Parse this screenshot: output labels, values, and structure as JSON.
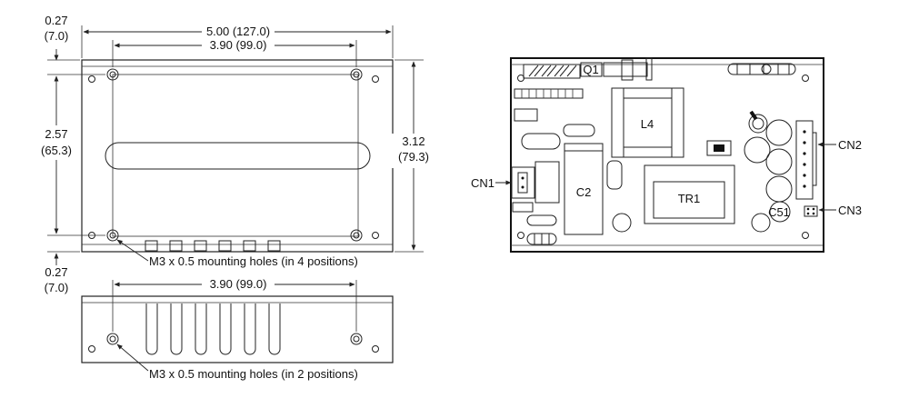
{
  "top_view": {
    "dim_total_width": "5.00 (127.0)",
    "dim_hole_width": "3.90 (99.0)",
    "dim_top_offset_in": "0.27",
    "dim_top_offset_mm": "(7.0)",
    "dim_hole_height_in": "2.57",
    "dim_hole_height_mm": "(65.3)",
    "dim_total_height_in": "3.12",
    "dim_total_height_mm": "(79.3)",
    "dim_bottom_offset_in": "0.27",
    "dim_bottom_offset_mm": "(7.0)",
    "holes_note": "M3 x 0.5 mounting holes (in 4 positions)"
  },
  "side_view": {
    "dim_hole_width": "3.90 (99.0)",
    "holes_note": "M3 x 0.5 mounting holes (in 2 positions)"
  },
  "component_view": {
    "q1": "Q1",
    "l4": "L4",
    "c2": "C2",
    "tr1": "TR1",
    "c51": "C51",
    "cn1": "CN1",
    "cn2": "CN2",
    "cn3": "CN3"
  }
}
